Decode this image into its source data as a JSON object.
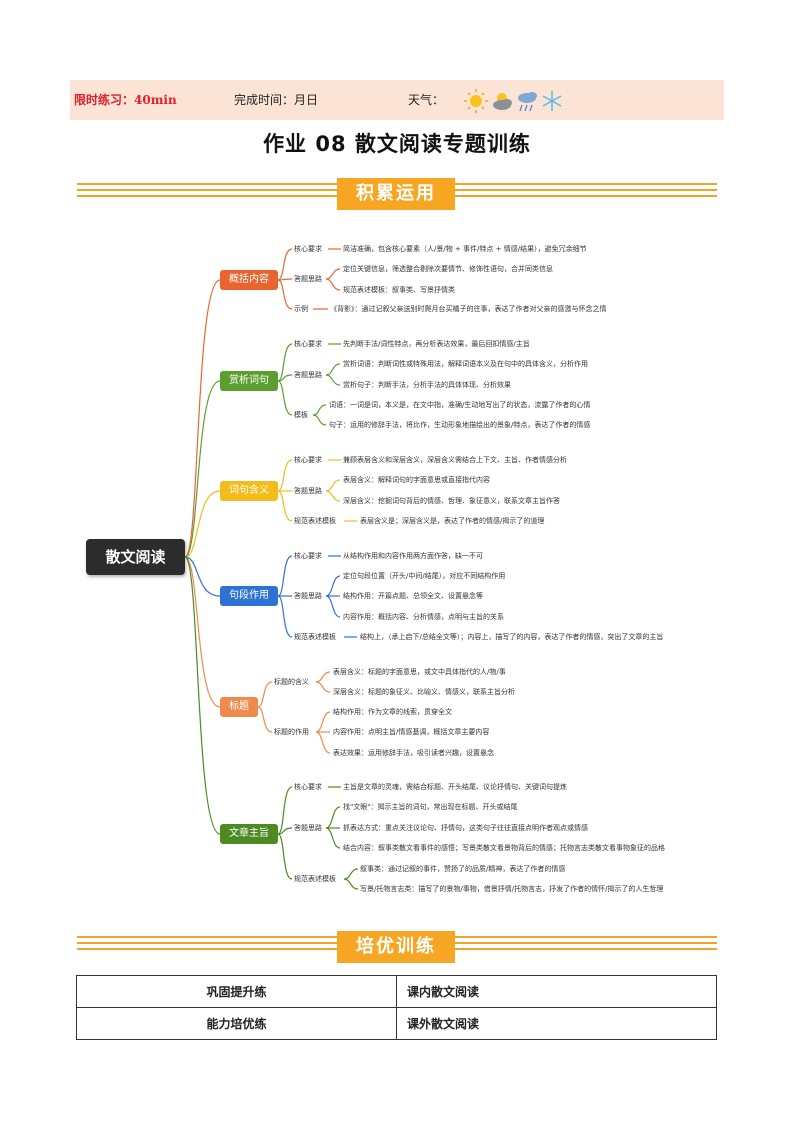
{
  "header": {
    "time_limit_label": "限时练习：",
    "time_limit_value": "40min",
    "complete_time": "完成时间：月日",
    "weather": "天气："
  },
  "title": "作业 08 散文阅读专题训练",
  "section1": "积累运用",
  "section2": "培优训练",
  "root": "散文阅读",
  "branches": [
    "概括内容",
    "赏析词句",
    "词句含义",
    "句段作用",
    "标题",
    "文章主旨"
  ],
  "colors": {
    "orange": "#e8652f",
    "green": "#5c9e2f",
    "yellow": "#f2bc1b",
    "blue": "#2f72d6",
    "peach": "#ee8a4e",
    "darkgreen": "#4d8a22",
    "section": "#f6a623",
    "header_band": "#fbe4d6"
  },
  "labels": {
    "b1_k1": "核心要求",
    "b1_k1_t": "简洁准确，包含核心要素（人/景/物 + 事件/特点 + 情感/结果），避免冗余细节",
    "b1_k2": "答题思路",
    "b1_k2_t1": "定位关键信息，筛选整合剔除次要情节、修饰性语句，合并同类信息",
    "b1_k2_t2": "规范表述模板：叙事类、写景抒情类",
    "b1_k3": "示例",
    "b1_k3_t": "《背影》：通过记叙父亲送别时爬月台买橘子的往事，表达了作者对父亲的感激与怀念之情",
    "b2_k1": "核心要求",
    "b2_k1_t": "先判断手法/词性特点，再分析表达效果，最后回扣情感/主旨",
    "b2_k2": "答题思路",
    "b2_k2_t1": "赏析词语：判断词性或特殊用法，解释词语本义及在句中的具体含义，分析作用",
    "b2_k2_t2": "赏析句子：判断手法，分析手法的具体体现、分析效果",
    "b2_k3": "模板",
    "b2_k3_t1": "词语：一词是词，本义是，在文中指，准确/生动地写出了的状态，流露了作者的心情",
    "b2_k3_t2": "句子：运用的修辞手法，将比作，生动形象地描绘出的景象/特点，表达了作者的情感",
    "b3_k1": "核心要求",
    "b3_k1_t": "兼顾表层含义和深层含义，深层含义需结合上下文、主旨、作者情感分析",
    "b3_k2": "答题思路",
    "b3_k2_t1": "表层含义：解释词句的字面意思或直接指代内容",
    "b3_k2_t2": "深层含义：挖掘词句背后的情感、哲理、象征意义，联系文章主旨作答",
    "b3_k3": "规范表述模板",
    "b3_k3_t": "表层含义是；深层含义是，表达了作者的情感/揭示了的道理",
    "b4_k1": "核心要求",
    "b4_k1_t": "从结构作用和内容作用两方面作答，缺一不可",
    "b4_k2": "答题思路",
    "b4_k2_t1": "定位句段位置（开头/中间/结尾），对应不同结构作用",
    "b4_k2_t2": "结构作用：开篇点题、总领全文、设置悬念等",
    "b4_k2_t3": "内容作用：概括内容、分析情感，点明与主旨的关系",
    "b4_k3": "规范表述模板",
    "b4_k3_t": "结构上，（承上启下/总结全文等）；内容上，描写了的内容，表达了作者的情感，突出了文章的主旨",
    "b5_k1": "标题的含义",
    "b5_k1_t1": "表层含义：标题的字面意思，或文中具体指代的人/物/事",
    "b5_k1_t2": "深层含义：标题的象征义、比喻义、情感义，联系主旨分析",
    "b5_k2": "标题的作用",
    "b5_k2_t1": "结构作用：作为文章的线索，贯穿全文",
    "b5_k2_t2": "内容作用：点明主旨/情感基调，概括文章主要内容",
    "b5_k2_t3": "表达效果：运用修辞手法，吸引读者兴趣，设置悬念",
    "b6_k1": "核心要求",
    "b6_k1_t": "主旨是文章的灵魂，需结合标题、开头结尾、议论抒情句、关键词句提炼",
    "b6_k2": "答题思路",
    "b6_k2_t1": "找\"文眼\"：揭示主旨的词句，常出现在标题、开头或结尾",
    "b6_k2_t2": "抓表达方式：重点关注议论句、抒情句，这类句子往往直接点明作者观点或情感",
    "b6_k2_t3": "结合内容：叙事类散文看事件的感悟；写景类散文看景物背后的情感；托物言志类散文看事物象征的品格",
    "b6_k3": "规范表述模板",
    "b6_k3_t1": "叙事类：通过记叙的事件，赞扬了的品质/精神，表达了作者的情感",
    "b6_k3_t2": "写景/托物言志类：描写了的景物/事物，借景抒情/托物言志，抒发了作者的情怀/揭示了的人生哲理"
  },
  "table": {
    "rows": [
      {
        "col1": "巩固提升练",
        "col2": "课内散文阅读"
      },
      {
        "col1": "能力培优练",
        "col2": "课外散文阅读"
      }
    ]
  }
}
